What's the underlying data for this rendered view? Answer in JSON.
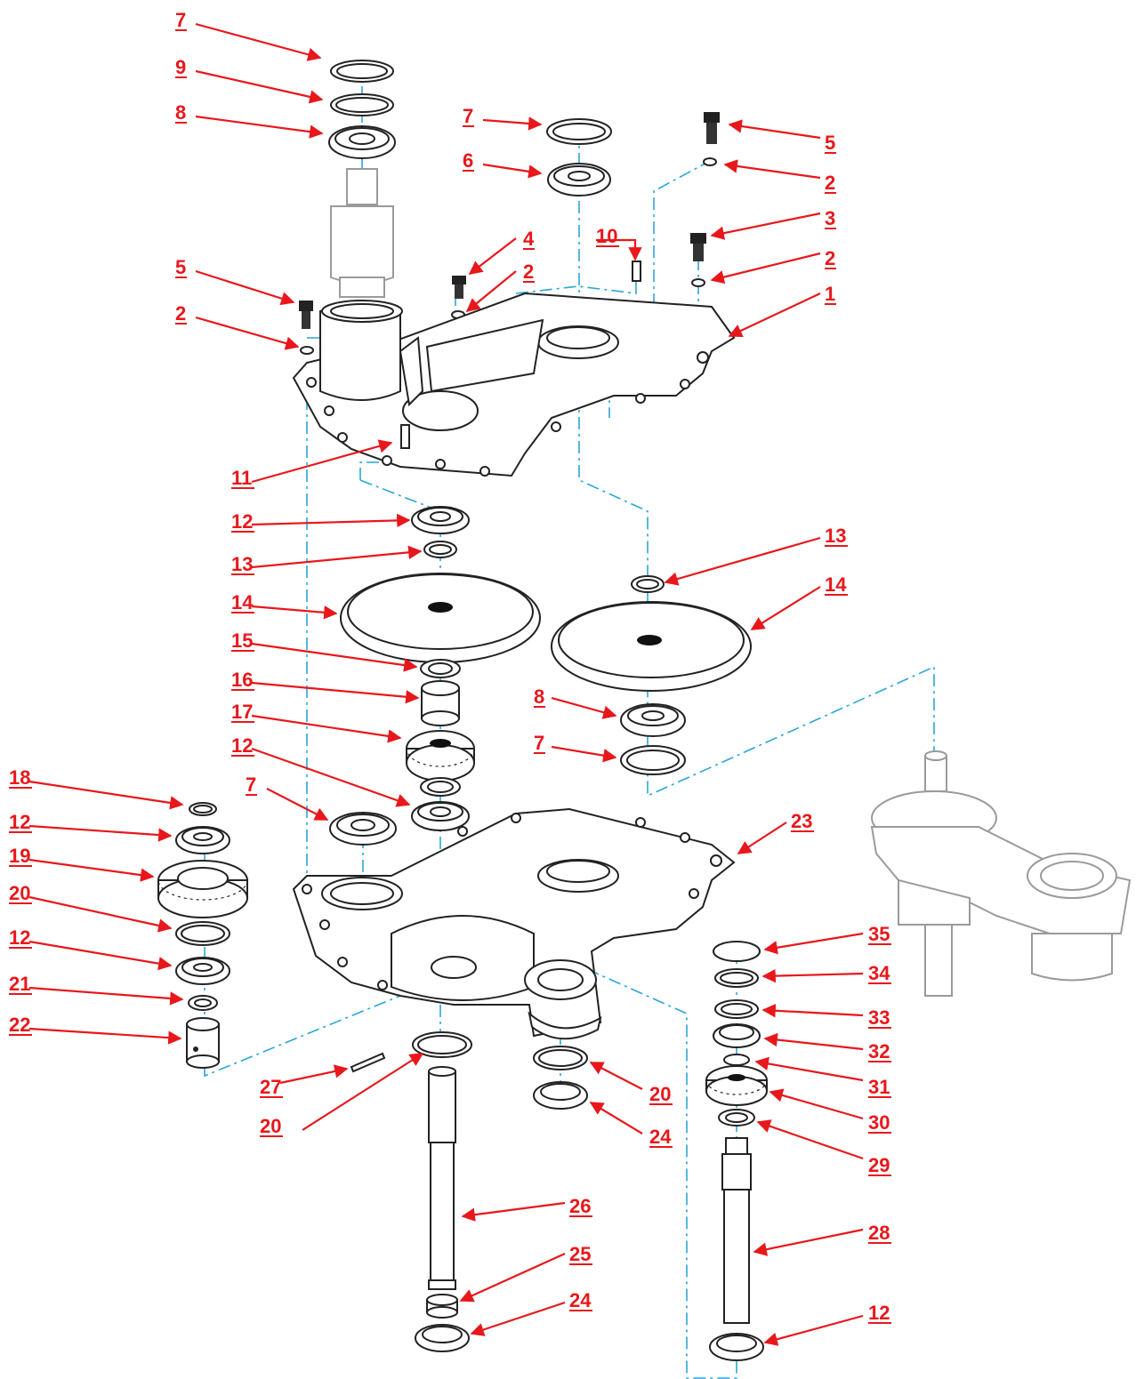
{
  "colors": {
    "callout": "#e8171b",
    "axis_line": "#2aa6d8",
    "outline": "#222222",
    "faded_outline": "#9a9a9a",
    "background": "#ffffff"
  },
  "callouts": [
    {
      "label": "7"
    },
    {
      "label": "9"
    },
    {
      "label": "8"
    },
    {
      "label": "7"
    },
    {
      "label": "6"
    },
    {
      "label": "5"
    },
    {
      "label": "2"
    },
    {
      "label": "3"
    },
    {
      "label": "2"
    },
    {
      "label": "4"
    },
    {
      "label": "2"
    },
    {
      "label": "10"
    },
    {
      "label": "5"
    },
    {
      "label": "2"
    },
    {
      "label": "1"
    },
    {
      "label": "11"
    },
    {
      "label": "12"
    },
    {
      "label": "13"
    },
    {
      "label": "13"
    },
    {
      "label": "14"
    },
    {
      "label": "14"
    },
    {
      "label": "15"
    },
    {
      "label": "16"
    },
    {
      "label": "8"
    },
    {
      "label": "17"
    },
    {
      "label": "7"
    },
    {
      "label": "12"
    },
    {
      "label": "18"
    },
    {
      "label": "7"
    },
    {
      "label": "12"
    },
    {
      "label": "23"
    },
    {
      "label": "19"
    },
    {
      "label": "20"
    },
    {
      "label": "35"
    },
    {
      "label": "12"
    },
    {
      "label": "34"
    },
    {
      "label": "21"
    },
    {
      "label": "33"
    },
    {
      "label": "22"
    },
    {
      "label": "32"
    },
    {
      "label": "31"
    },
    {
      "label": "27"
    },
    {
      "label": "20"
    },
    {
      "label": "20"
    },
    {
      "label": "30"
    },
    {
      "label": "24"
    },
    {
      "label": "29"
    },
    {
      "label": "26"
    },
    {
      "label": "28"
    },
    {
      "label": "25"
    },
    {
      "label": "24"
    },
    {
      "label": "12"
    }
  ]
}
